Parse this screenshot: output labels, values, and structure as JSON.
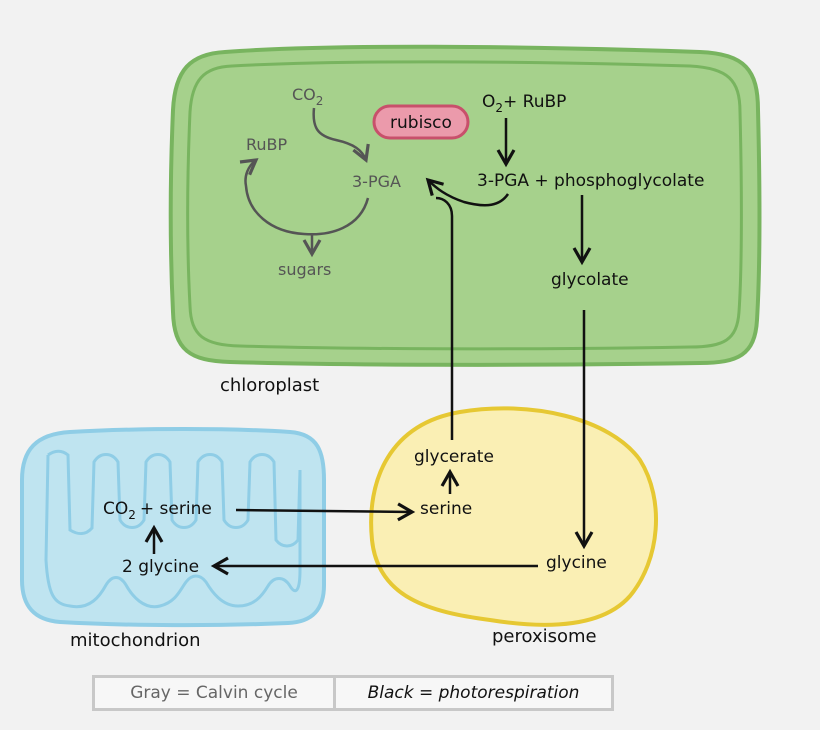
{
  "labels": {
    "co2_top": "CO",
    "co2_top_sub": "2",
    "rubp_left": "RuBP",
    "pga_gray": "3-PGA",
    "sugars": "sugars",
    "rubisco": "rubisco",
    "o2_rubp_o": "O",
    "o2_rubp_sub": "2",
    "o2_rubp_rest": "+ RuBP",
    "pga_phospho": "3-PGA + phosphoglycolate",
    "glycolate": "glycolate",
    "chloroplast": "chloroplast",
    "glycerate": "glycerate",
    "serine_perox": "serine",
    "glycine_perox": "glycine",
    "peroxisome": "peroxisome",
    "co2_serine_co": "CO",
    "co2_serine_sub": "2",
    "co2_serine_rest": "+ serine",
    "two_glycine": "2 glycine",
    "mitochondrion": "mitochondrion"
  },
  "legend": {
    "gray": "Gray = Calvin cycle",
    "black": "Black = photorespiration"
  },
  "colors": {
    "chloroplast_fill": "#a6d18c",
    "chloroplast_stroke": "#78b45f",
    "mito_fill": "#bfe4f0",
    "mito_stroke": "#8fcde6",
    "perox_fill": "#faefb4",
    "perox_stroke": "#e6c833",
    "rubisco_fill": "#eb9aab",
    "rubisco_stroke": "#c8506b",
    "gray_text": "#555555",
    "black_text": "#111111"
  }
}
